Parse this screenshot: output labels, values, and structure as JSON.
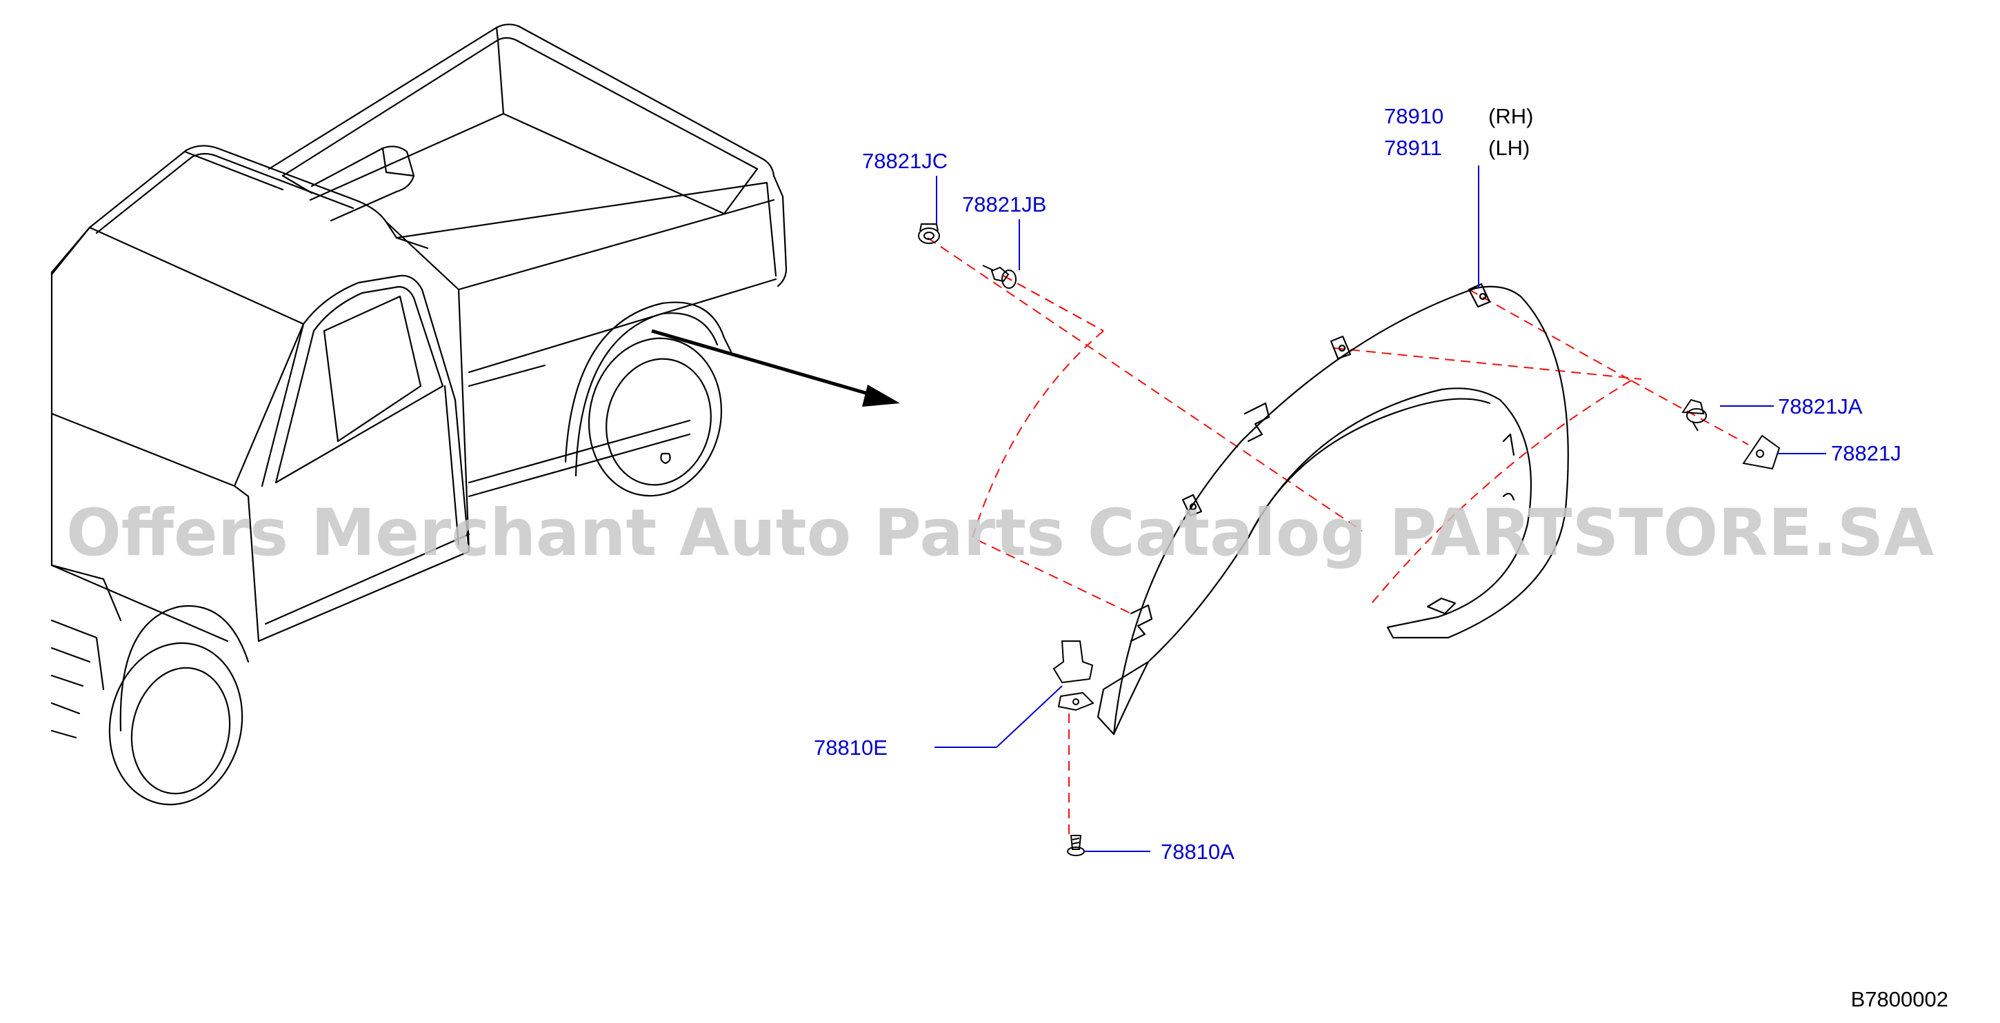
{
  "colors": {
    "line": "#000000",
    "callout": "#0000cc",
    "leader": "#0000cc",
    "dash": "#ee1111",
    "watermark": "#c8c8c8"
  },
  "parts": {
    "fender_rh": "78910",
    "fender_rh_side": "(RH)",
    "fender_lh": "78911",
    "fender_lh_side": "(LH)",
    "clip_jc": "78821JC",
    "clip_jb": "78821JB",
    "clip_ja": "78821JA",
    "clip_j": "78821J",
    "bracket_e": "78810E",
    "screw_a": "78810A"
  },
  "watermark": "Offers Merchant Auto Parts Catalog PARTSTORE.SA",
  "diagram_ref": "B7800002"
}
